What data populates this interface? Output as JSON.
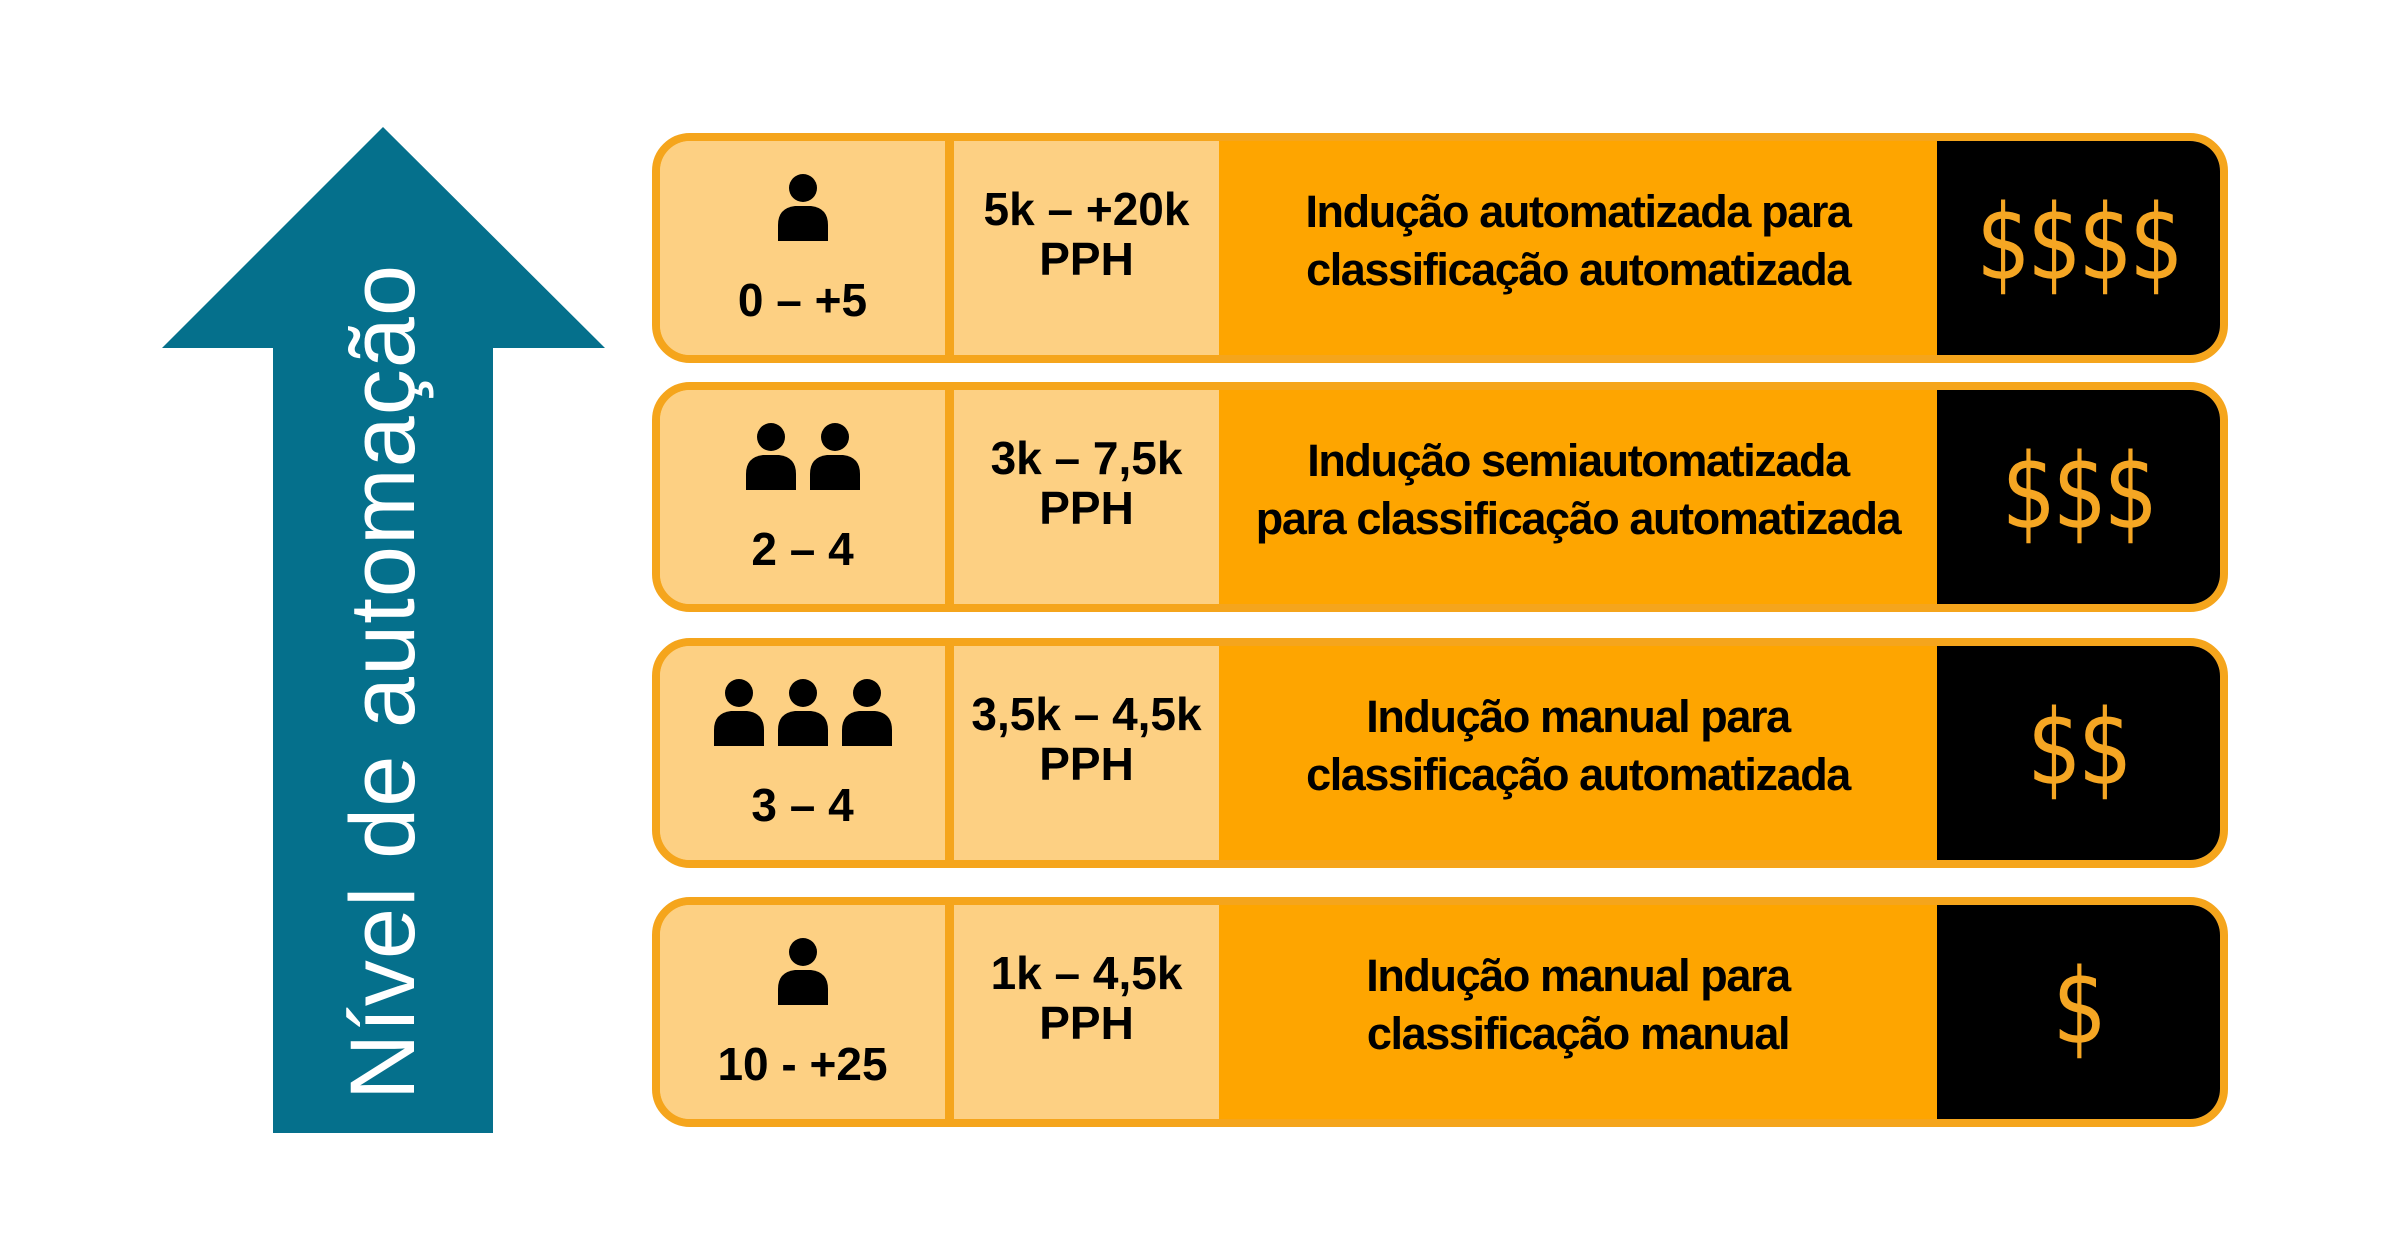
{
  "axis": {
    "label": "Nível de automação",
    "direction": "up",
    "color": "#05708c",
    "text_color": "#ffffff"
  },
  "colors": {
    "card_light": "#fdd083",
    "card_border": "#f5a51c",
    "description_bg": "#fea500",
    "cost_bg": "#000000",
    "cost_symbol": "#f5a623"
  },
  "rows": [
    {
      "people_icon_count": 1,
      "people_icon": "person-icon",
      "people_range": "0 – +5",
      "throughput": "5k – +20k",
      "throughput_unit": "PPH",
      "description_line1": "Indução automatizada para",
      "description_line2": "classificação automatizada",
      "cost": "$$$$"
    },
    {
      "people_icon_count": 2,
      "people_icon": "person-icon",
      "people_range": "2 – 4",
      "throughput": "3k – 7,5k",
      "throughput_unit": "PPH",
      "description_line1": "Indução semiautomatizada",
      "description_line2": "para classificação automatizada",
      "cost": "$$$"
    },
    {
      "people_icon_count": 3,
      "people_icon": "person-icon",
      "people_range": "3 – 4",
      "throughput": "3,5k – 4,5k",
      "throughput_unit": "PPH",
      "description_line1": "Indução manual para",
      "description_line2": "classificação automatizada",
      "cost": "$$"
    },
    {
      "people_icon_count": 1,
      "people_icon": "person-icon",
      "people_range": "10 - +25",
      "throughput": "1k – 4,5k",
      "throughput_unit": "PPH",
      "description_line1": "Indução manual para",
      "description_line2": "classificação manual",
      "cost": "$"
    }
  ]
}
